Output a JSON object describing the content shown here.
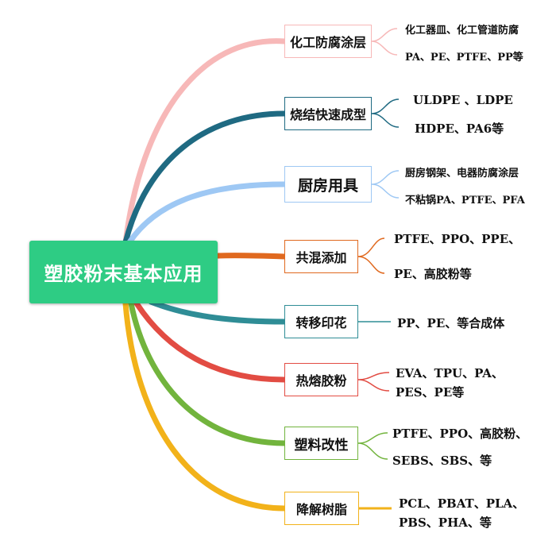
{
  "root": {
    "label": "塑胶粉末基本应用"
  },
  "branches": [
    {
      "label": "化工防腐涂层",
      "color": "#f7b8b8",
      "items": [
        "化工器皿、化工管道防腐",
        "PA、PE、PTFE、PP等"
      ]
    },
    {
      "label": "烧结快速成型",
      "color": "#1f6a82",
      "items": [
        "ULDPE 、LDPE",
        "HDPE、PA6等"
      ]
    },
    {
      "label": "厨房用具",
      "color": "#9ec8f4",
      "items": [
        "厨房钢架、电器防腐涂层",
        "不粘锅PA、PTFE、PFA"
      ]
    },
    {
      "label": "共混添加",
      "color": "#e0691f",
      "items": [
        "PTFE、PPO、PPE、",
        "PE、高胶粉等"
      ]
    },
    {
      "label": "转移印花",
      "color": "#2f8d96",
      "items": [
        "PP、PE、等合成体"
      ]
    },
    {
      "label": "热熔胶粉",
      "color": "#e24c43",
      "items": [
        "EVA、TPU、PA、",
        "PES、PE等"
      ]
    },
    {
      "label": "塑料改性",
      "color": "#72b43d",
      "items": [
        "PTFE、PPO、高胶粉、",
        "SEBS、SBS、等"
      ]
    },
    {
      "label": "降解树脂",
      "color": "#f2b21a",
      "items": [
        "PCL、PBAT、PLA、",
        "PBS、PHA、等"
      ]
    }
  ]
}
